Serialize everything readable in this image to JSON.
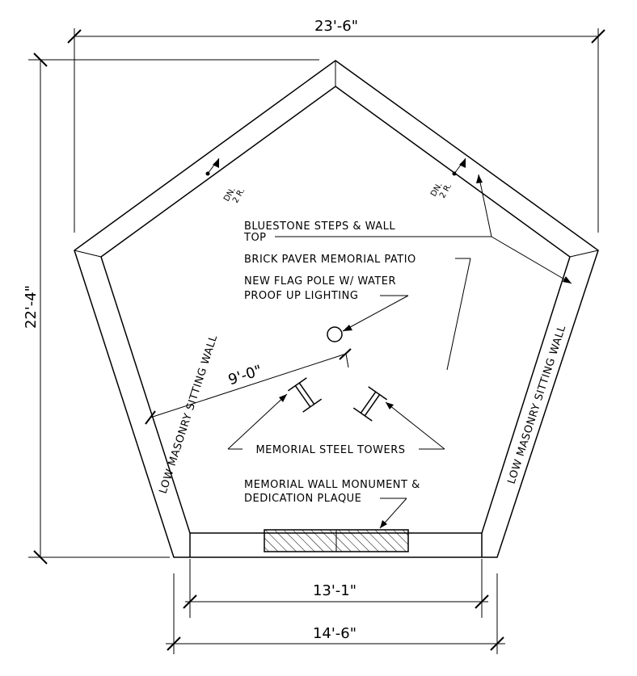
{
  "dimensions": {
    "overall_width": "23'-6\"",
    "overall_depth": "22'-4\"",
    "radius": "9'-0\"",
    "inner_base": "13'-1\"",
    "outer_base": "14'-6\""
  },
  "labels": {
    "bluestone_line1": "BLUESTONE STEPS & WALL",
    "bluestone_line2": "TOP",
    "patio": "BRICK PAVER MEMORIAL PATIO",
    "flagpole_line1": "NEW FLAG POLE W/ WATER",
    "flagpole_line2": "PROOF UP LIGHTING",
    "towers": "MEMORIAL STEEL TOWERS",
    "monument_line1": "MEMORIAL WALL MONUMENT &",
    "monument_line2": "DEDICATION PLAQUE",
    "wall_left": "LOW MASONRY SITTING WALL",
    "wall_right": "LOW MASONRY SITTING WALL"
  },
  "step_notes": {
    "left_line1": "DN.",
    "left_line2": "2 R.",
    "right_line1": "DN.",
    "right_line2": "2 R."
  }
}
